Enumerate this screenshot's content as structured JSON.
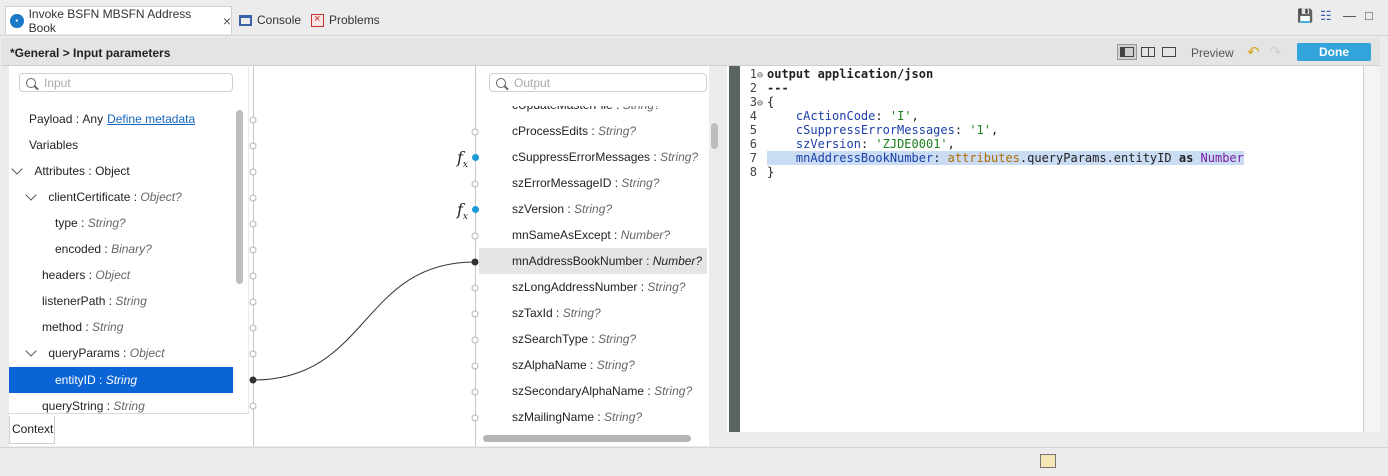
{
  "tabs": [
    {
      "label": "Invoke BSFN MBSFN Address Book",
      "icon": "mule-icon"
    },
    {
      "label": "Console",
      "icon": "console-icon"
    },
    {
      "label": "Problems",
      "icon": "problems-icon"
    }
  ],
  "header": {
    "breadcrumb": "*General > Input parameters",
    "preview": "Preview",
    "done": "Done"
  },
  "input": {
    "search_placeholder": "Input",
    "tree": [
      {
        "name": "Payload",
        "type": "Any",
        "link": "Define metadata"
      },
      {
        "name": "Variables",
        "type": ""
      },
      {
        "name": "Attributes",
        "type": "Object"
      },
      {
        "name": "clientCertificate",
        "type": "Object?"
      },
      {
        "name": "type",
        "type": "String?"
      },
      {
        "name": "encoded",
        "type": "Binary?"
      },
      {
        "name": "headers",
        "type": "Object"
      },
      {
        "name": "listenerPath",
        "type": "String"
      },
      {
        "name": "method",
        "type": "String"
      },
      {
        "name": "queryParams",
        "type": "Object"
      },
      {
        "name": "entityID",
        "type": "String"
      },
      {
        "name": "queryString",
        "type": "String"
      }
    ],
    "context_tab": "Context"
  },
  "output": {
    "search_placeholder": "Output",
    "fields": [
      {
        "name": "cUpdateMasterFile",
        "type": "String?"
      },
      {
        "name": "cProcessEdits",
        "type": "String?"
      },
      {
        "name": "cSuppressErrorMessages",
        "type": "String?"
      },
      {
        "name": "szErrorMessageID",
        "type": "String?"
      },
      {
        "name": "szVersion",
        "type": "String?"
      },
      {
        "name": "mnSameAsExcept",
        "type": "Number?"
      },
      {
        "name": "mnAddressBookNumber",
        "type": "Number?"
      },
      {
        "name": "szLongAddressNumber",
        "type": "String?"
      },
      {
        "name": "szTaxId",
        "type": "String?"
      },
      {
        "name": "szSearchType",
        "type": "String?"
      },
      {
        "name": "szAlphaName",
        "type": "String?"
      },
      {
        "name": "szSecondaryAlphaName",
        "type": "String?"
      },
      {
        "name": "szMailingName",
        "type": "String?"
      }
    ],
    "fx_label": "f",
    "fx_sub": "x"
  },
  "code": {
    "line1": "output application/json",
    "line2": "---",
    "line3": "{",
    "l4_key": "cActionCode",
    "l4_val": "'I'",
    "l5_key": "cSuppressErrorMessages",
    "l5_val": "'1'",
    "l6_key": "szVersion",
    "l6_val": "'ZJDE0001'",
    "l7_key": "mnAddressBookNumber",
    "l7_attr": "attributes",
    "l7_path": ".queryParams.entityID",
    "l7_as": "as",
    "l7_type": "Number",
    "line8": "}",
    "line_numbers": [
      "1",
      "2",
      "3",
      "4",
      "5",
      "6",
      "7",
      "8"
    ]
  }
}
